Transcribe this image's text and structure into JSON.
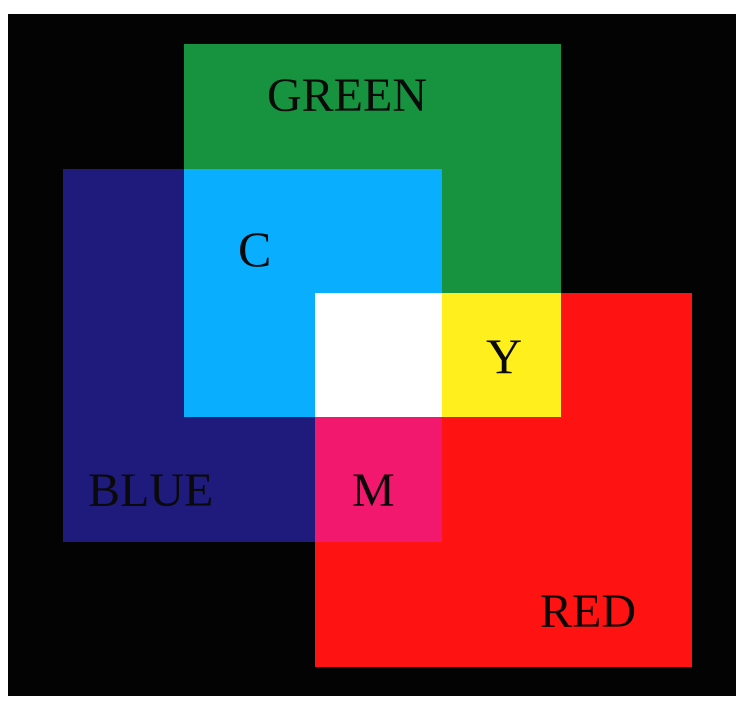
{
  "labels": {
    "green": "GREEN",
    "blue": "BLUE",
    "red": "RED",
    "cyan": "C",
    "yellow": "Y",
    "magenta": "M"
  },
  "colors": {
    "background": "#030303",
    "green": "#17923f",
    "blue": "#1f1b7d",
    "red": "#ff1212",
    "cyan": "#0aaeff",
    "yellow": "#ffef1d",
    "magenta": "#f2186e",
    "white": "#ffffff"
  }
}
